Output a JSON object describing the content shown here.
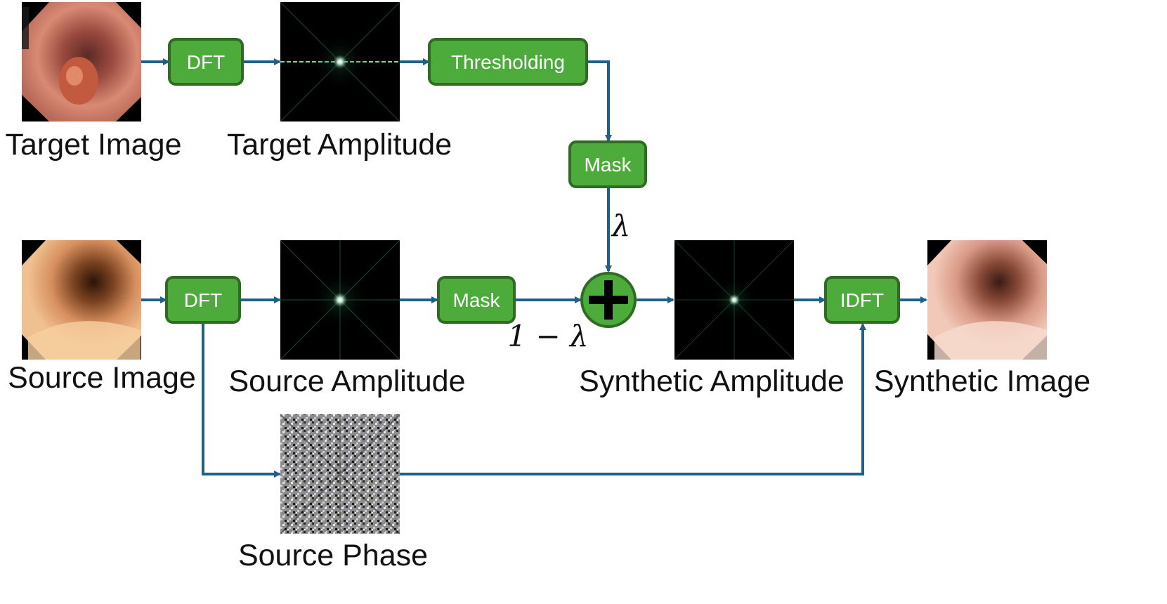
{
  "labels": {
    "target_image": "Target Image",
    "target_amplitude": "Target Amplitude",
    "source_image": "Source Image",
    "source_amplitude": "Source Amplitude",
    "synthetic_amplitude": "Synthetic Amplitude",
    "synthetic_image": "Synthetic Image",
    "source_phase": "Source Phase"
  },
  "blocks": {
    "dft_top": "DFT",
    "thresholding": "Thresholding",
    "mask_top": "Mask",
    "dft_bottom": "DFT",
    "mask_bottom": "Mask",
    "idft": "IDFT"
  },
  "math": {
    "lambda": "λ",
    "one_minus_lambda": "1 − λ"
  },
  "colors": {
    "block_fill": "#4cab3a",
    "block_border": "#2f6b23",
    "arrow": "#1f5f88",
    "adder_fill": "#4cab3a"
  },
  "icons": {
    "adder": "plus-circle-icon"
  }
}
